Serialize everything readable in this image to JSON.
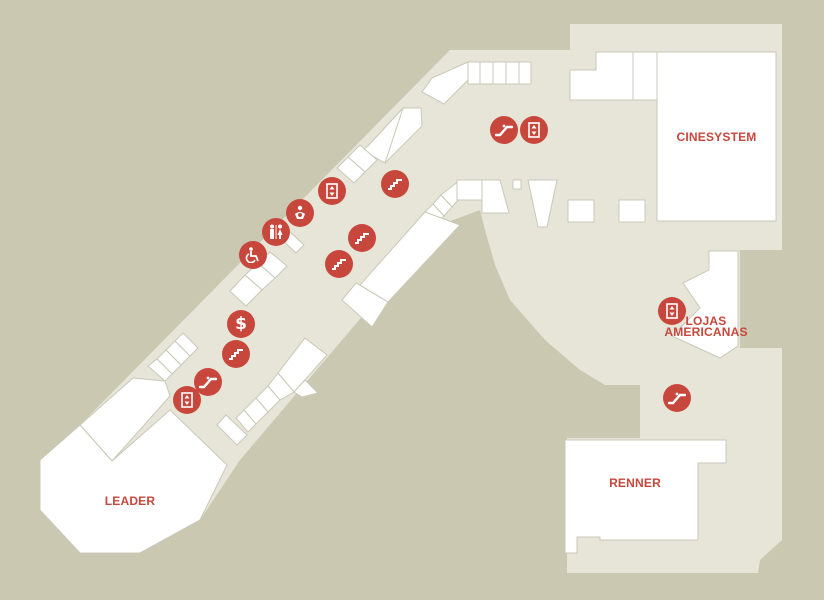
{
  "colors": {
    "background": "#cac8b0",
    "floor": "#e6e5d8",
    "store": "#ffffff",
    "store_outline": "#c9c8b8",
    "accent": "#c8473c"
  },
  "anchors": {
    "cinesystem": "CINESYSTEM",
    "lojas_line1": "LOJAS",
    "lojas_line2": "AMERICANAS",
    "renner": "RENNER",
    "leader": "LEADER"
  },
  "icons": [
    {
      "name": "escalator-icon",
      "label": "escalator"
    },
    {
      "name": "elevator-icon",
      "label": "elevator"
    },
    {
      "name": "stairs-icon",
      "label": "stairs"
    },
    {
      "name": "family-restroom-icon",
      "label": "family restroom"
    },
    {
      "name": "restrooms-icon",
      "label": "restrooms"
    },
    {
      "name": "accessible-icon",
      "label": "accessible"
    },
    {
      "name": "atm-icon",
      "label": "atm",
      "glyph": "$"
    }
  ]
}
